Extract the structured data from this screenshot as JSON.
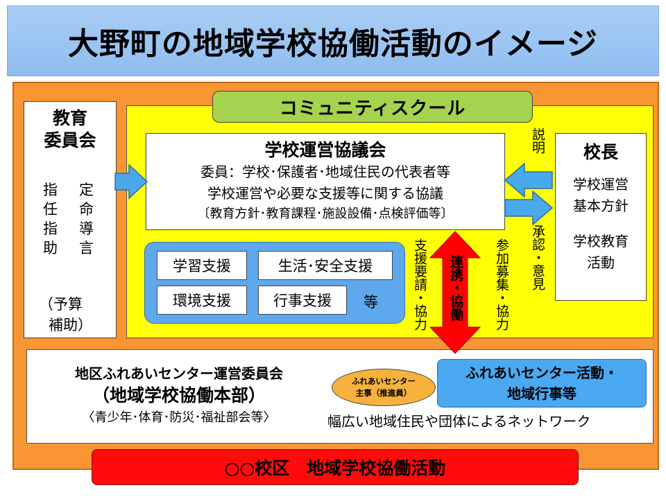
{
  "title": "大野町の地域学校協働活動のイメージ",
  "board": {
    "name_line1": "教育",
    "name_line2": "委員会",
    "duties": [
      {
        "a": "指",
        "b": "定"
      },
      {
        "a": "任",
        "b": "命"
      },
      {
        "a": "指",
        "b": "導"
      },
      {
        "a": "助",
        "b": "言"
      }
    ],
    "budget_line1": "（予算",
    "budget_line2": "補助）"
  },
  "community_school": {
    "label": "コミュニティスクール"
  },
  "council": {
    "heading": "学校運営協議会",
    "members": "委員：学校･保護者･地域住民の代表者等",
    "purpose": "学校運営や必要な支援等に関する協議",
    "topics": "〔教育方針･教育課程･施設設備･点検評価等〕"
  },
  "supports": {
    "items": [
      "学習支援",
      "生活･安全支援",
      "環境支援",
      "行事支援"
    ],
    "etc": "等"
  },
  "principal": {
    "heading": "校長",
    "policy_line1": "学校運営",
    "policy_line2": "基本方針",
    "activity_line1": "学校教育",
    "activity_line2": "活動"
  },
  "labels": {
    "explain": "説明",
    "approve": "承認・意見",
    "support_request": "支援要請・協力",
    "collaboration": "連携・協働",
    "participation": "参加募集・協力"
  },
  "center": {
    "committee": "地区ふれあいセンター運営委員会",
    "hq": "（地域学校協働本部）",
    "subs": "〈青少年･体育･防災･福祉部会等〉",
    "coordinator_line1": "ふれあいセンター",
    "coordinator_line2": "主事（推進員）",
    "activity_line1": "ふれあいセンター活動・",
    "activity_line2": "地域行事等",
    "network": "幅広い地域住民や団体によるネットワーク"
  },
  "footer": "○○校区　地域学校協働活動",
  "colors": {
    "title_bg": "#a9cdf4",
    "frame_orange": "#f79633",
    "cs_yellow": "#ffff05",
    "cs_label_green": "#a5d24f",
    "support_blue": "#5fa8ee",
    "arrow_blue": "#4aa8ec",
    "arrow_red": "#ff0000",
    "coordinator_orange": "#f6b23c",
    "footer_red": "#ff0b0b"
  }
}
